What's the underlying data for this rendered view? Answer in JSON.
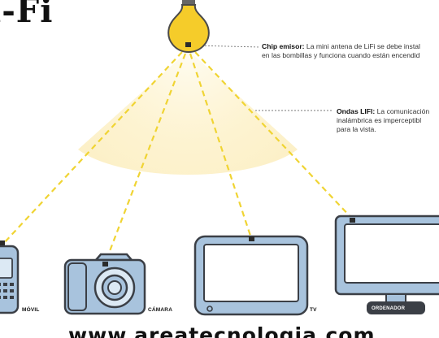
{
  "title": "i-Fi",
  "annotations": {
    "chip": {
      "heading": "Chip emisor:",
      "line1": "La mini antena de LiFi se debe instal",
      "line2": "en las bombillas y funciona cuando están encendid"
    },
    "waves": {
      "heading": "Ondas LIFI:",
      "line1": "La comunicación",
      "line2": "inalámbrica es imperceptibl",
      "line3": "para la vista."
    }
  },
  "devices": {
    "phone": "MÓVIL",
    "camera": "CÁMARA",
    "tv": "TV",
    "computer": "ORDENADOR"
  },
  "footer": "www.areatecnologia.com",
  "colors": {
    "bulb": "#f5cc2a",
    "light_cone": "#fdf4d6",
    "rays": "#f0d433",
    "device_fill": "#a8c3dd",
    "device_stroke": "#3b3f46"
  }
}
